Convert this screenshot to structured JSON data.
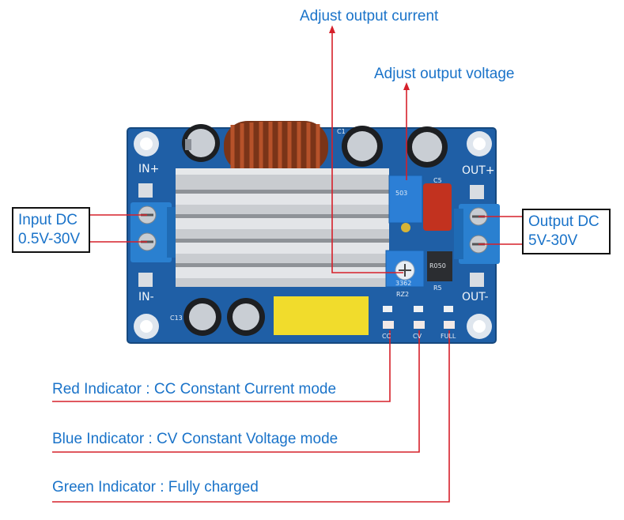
{
  "callouts": {
    "adjust_current": "Adjust output current",
    "adjust_voltage": "Adjust output voltage",
    "input_line1": "Input DC",
    "input_line2": "0.5V-30V",
    "output_line1": "Output DC",
    "output_line2": "5V-30V",
    "red_indicator": "Red Indicator : CC Constant Current mode",
    "blue_indicator": "Blue Indicator : CV Constant Voltage mode",
    "green_indicator": "Green Indicator : Fully charged"
  },
  "board": {
    "in_plus": "IN+",
    "in_minus": "IN-",
    "out_plus": "OUT+",
    "out_minus": "OUT-",
    "cc": "CC",
    "cv": "CV",
    "full": "FULL",
    "c13": "C13",
    "c5": "C5",
    "r5": "R5",
    "r050": "R050",
    "pot1": "503",
    "pot2": "3362",
    "rz2": "RZ2",
    "c1": "C1"
  },
  "colors": {
    "callout_text": "#1a73c9",
    "leader_line": "#d6202a",
    "pcb": "#1f5fa6",
    "terminal": "#2a80d0"
  }
}
